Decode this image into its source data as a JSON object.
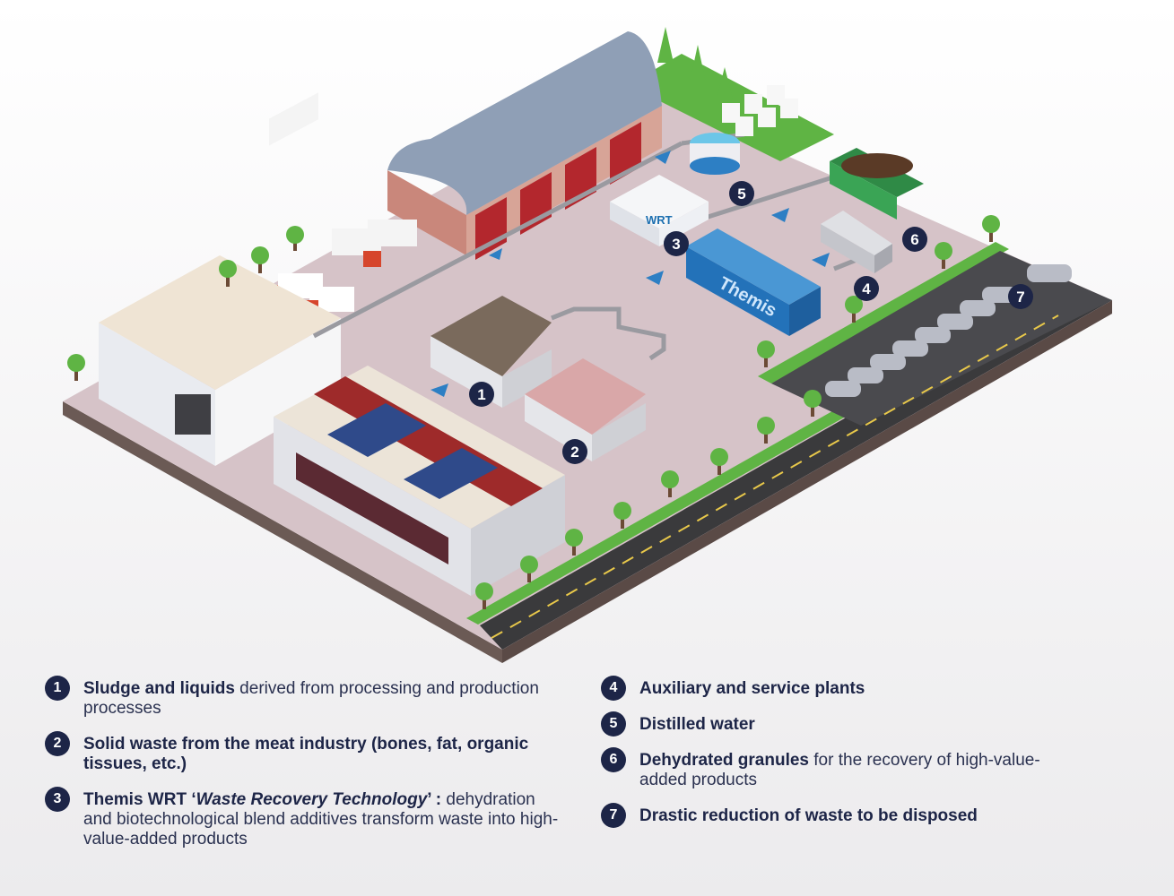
{
  "callouts": [
    "1",
    "2",
    "3",
    "4",
    "5",
    "6",
    "7"
  ],
  "logos": {
    "themis": "Themis",
    "wrt": "WRT"
  },
  "legend": [
    {
      "num": "1",
      "bold": "Sludge and liquids",
      "rest": " derived from processing and production processes"
    },
    {
      "num": "2",
      "bold": "Solid waste from the meat industry (bones, fat, organic tissues, etc.)",
      "rest": ""
    },
    {
      "num": "3",
      "bold": "Themis WRT ‘",
      "italic": "Waste Recovery Technology",
      "bold2": "’ :",
      "rest": " dehydration and biotechnological blend additives transform waste into high-value-added products"
    },
    {
      "num": "4",
      "bold": "Auxiliary and service plants",
      "rest": ""
    },
    {
      "num": "5",
      "bold": "Distilled water",
      "rest": ""
    },
    {
      "num": "6",
      "bold": "Dehydrated granules",
      "rest": " for the recovery of high-value-added products"
    },
    {
      "num": "7",
      "bold": "Drastic reduction of waste to be disposed",
      "rest": ""
    }
  ],
  "colors": {
    "ground": "#d8c4c9",
    "grass": "#5bb043",
    "navy": "#1d2547",
    "pipe": "#2d7fc4",
    "themis_blue": "#2a7cc6"
  }
}
